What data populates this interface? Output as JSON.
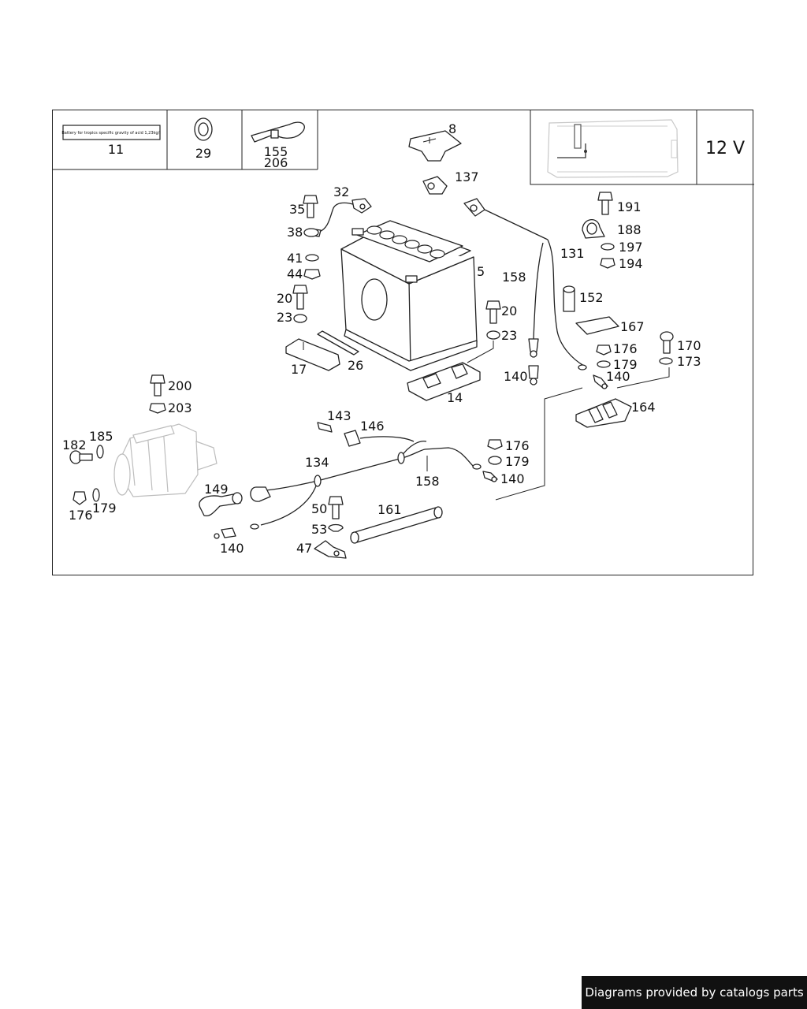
{
  "diagram": {
    "voltage": "12 V",
    "sticker_text": "Battery for tropics specific gravity of acid 1,23kg/l",
    "labels": {
      "p11": "11",
      "p29": "29",
      "p155": "155",
      "p206": "206",
      "p8": "8",
      "p137": "137",
      "p32": "32",
      "p35": "35",
      "p38": "38",
      "p41": "41",
      "p44": "44",
      "p20a": "20",
      "p23a": "23",
      "p5": "5",
      "p20b": "20",
      "p23b": "23",
      "p17": "17",
      "p26": "26",
      "p14": "14",
      "p191": "191",
      "p188": "188",
      "p197": "197",
      "p194": "194",
      "p131": "131",
      "p158a": "158",
      "p152": "152",
      "p167": "167",
      "p176a": "176",
      "p179a": "179",
      "p170": "170",
      "p173": "173",
      "p140a": "140",
      "p140b": "140",
      "p164": "164",
      "p200": "200",
      "p203": "203",
      "p143": "143",
      "p146": "146",
      "p134": "134",
      "p176b": "176",
      "p179b": "179",
      "p140c": "140",
      "p158b": "158",
      "p182": "182",
      "p185": "185",
      "p149": "149",
      "p161": "161",
      "p50": "50",
      "p53": "53",
      "p47": "47",
      "p176c": "176",
      "p179c": "179",
      "p140d": "140"
    }
  },
  "footer": {
    "credit": "Diagrams provided by catalogs parts"
  }
}
